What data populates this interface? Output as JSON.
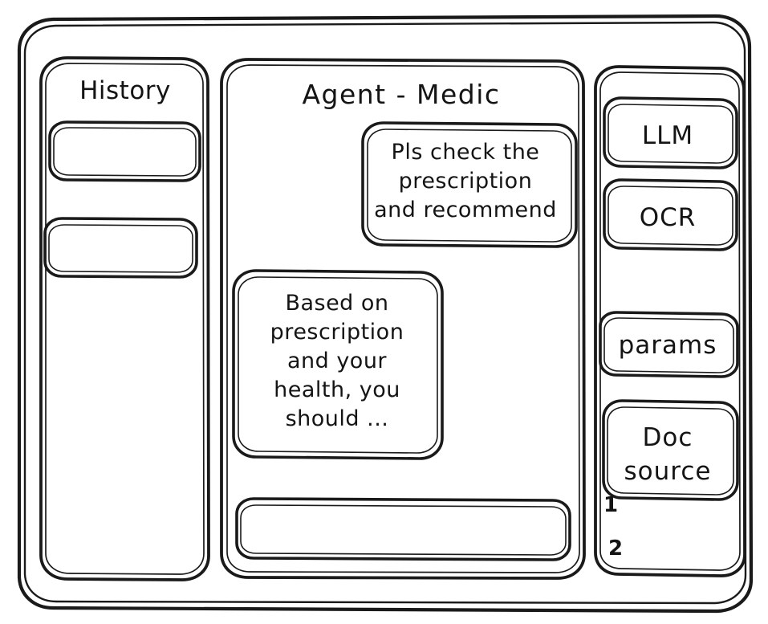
{
  "window": {
    "style": "hand-drawn-wireframe",
    "background_color": "#ffffff",
    "stroke_color": "#1a1a1a"
  },
  "sidebar_left": {
    "title": "History",
    "items": [
      {
        "label": "",
        "name": "history-item-1"
      },
      {
        "label": "",
        "name": "history-item-2"
      }
    ]
  },
  "main": {
    "title": "Agent - Medic",
    "messages": [
      {
        "role": "user",
        "align": "right",
        "text": "Pls check the\nprescription\nand recommend"
      },
      {
        "role": "assistant",
        "align": "left",
        "text": "Based on\nprescription\nand your\nhealth, you\nshould ..."
      }
    ],
    "composer": {
      "value": "",
      "placeholder": ""
    }
  },
  "sidebar_right": {
    "chips": [
      {
        "label": "LLM",
        "name": "chip-llm"
      },
      {
        "label": "OCR",
        "name": "chip-ocr"
      },
      {
        "label": "params",
        "name": "chip-params"
      },
      {
        "label": "Doc\nsource",
        "name": "chip-doc-source"
      }
    ],
    "doc_sources": [
      {
        "label": "1"
      },
      {
        "label": "2"
      }
    ]
  }
}
